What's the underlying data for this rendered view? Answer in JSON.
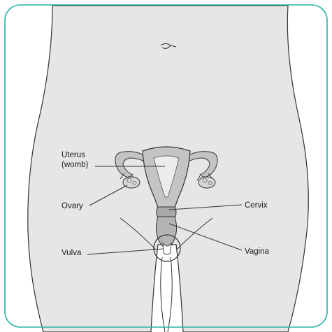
{
  "frame_color": "#2ab3a6",
  "body_fill": "#e6e6e6",
  "organ_fill": "#c4c4c4",
  "organ_dark": "#a8a8a8",
  "stroke_color": "#333333",
  "labels": {
    "uterus_line1": "Uterus",
    "uterus_line2": "(womb)",
    "ovary": "Ovary",
    "cervix": "Cervix",
    "vulva": "Vulva",
    "vagina": "Vagina"
  }
}
